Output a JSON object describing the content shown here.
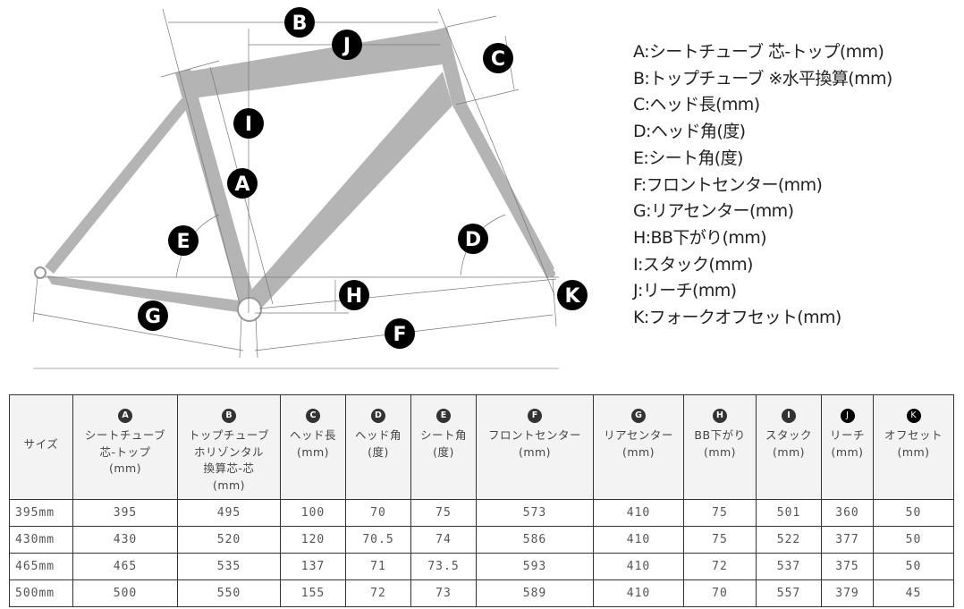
{
  "diagram": {
    "title": "bicycle frame geometry diagram",
    "markers": [
      "A",
      "B",
      "C",
      "D",
      "E",
      "F",
      "G",
      "H",
      "I",
      "J",
      "K"
    ],
    "frame_color": "#b3b4b3",
    "marker_color": "#000000"
  },
  "legend": {
    "items": [
      {
        "key": "A",
        "text": "A:シートチューブ 芯-トップ(mm)"
      },
      {
        "key": "B",
        "text": "B:トップチューブ ※水平換算(mm)"
      },
      {
        "key": "C",
        "text": "C:ヘッド長(mm)"
      },
      {
        "key": "D",
        "text": "D:ヘッド角(度)"
      },
      {
        "key": "E",
        "text": "E:シート角(度)"
      },
      {
        "key": "F",
        "text": "F:フロントセンター(mm)"
      },
      {
        "key": "G",
        "text": "G:リアセンター(mm)"
      },
      {
        "key": "H",
        "text": "H:BB下がり(mm)"
      },
      {
        "key": "I",
        "text": "I:スタック(mm)"
      },
      {
        "key": "J",
        "text": "J:リーチ(mm)"
      },
      {
        "key": "K",
        "text": "K:フォークオフセット(mm)"
      }
    ]
  },
  "table": {
    "columns": [
      {
        "badge": "",
        "lines": [
          "サイズ"
        ]
      },
      {
        "badge": "A",
        "lines": [
          "シートチューブ",
          "芯-トップ",
          "(mm)"
        ]
      },
      {
        "badge": "B",
        "lines": [
          "トップチューブ",
          "ホリゾンタル",
          "換算芯-芯",
          "(mm)"
        ]
      },
      {
        "badge": "C",
        "lines": [
          "ヘッド長",
          "(mm)"
        ]
      },
      {
        "badge": "D",
        "lines": [
          "ヘッド角",
          "(度)"
        ]
      },
      {
        "badge": "E",
        "lines": [
          "シート角",
          "(度)"
        ]
      },
      {
        "badge": "F",
        "lines": [
          "フロントセンター",
          "(mm)"
        ]
      },
      {
        "badge": "G",
        "lines": [
          "リアセンター",
          "(mm)"
        ]
      },
      {
        "badge": "H",
        "lines": [
          "BB下がり",
          "(mm)"
        ]
      },
      {
        "badge": "I",
        "lines": [
          "スタック",
          "(mm)"
        ]
      },
      {
        "badge": "J",
        "lines": [
          "リーチ",
          "(mm)"
        ]
      },
      {
        "badge": "K",
        "lines": [
          "オフセット",
          "(mm)"
        ]
      }
    ],
    "rows": [
      [
        "395mm",
        "395",
        "495",
        "100",
        "70",
        "75",
        "573",
        "410",
        "75",
        "501",
        "360",
        "50"
      ],
      [
        "430mm",
        "430",
        "520",
        "120",
        "70.5",
        "74",
        "586",
        "410",
        "75",
        "522",
        "377",
        "50"
      ],
      [
        "465mm",
        "465",
        "535",
        "137",
        "71",
        "73.5",
        "593",
        "410",
        "72",
        "537",
        "375",
        "50"
      ],
      [
        "500mm",
        "500",
        "550",
        "155",
        "72",
        "73",
        "589",
        "410",
        "70",
        "557",
        "379",
        "45"
      ]
    ]
  }
}
